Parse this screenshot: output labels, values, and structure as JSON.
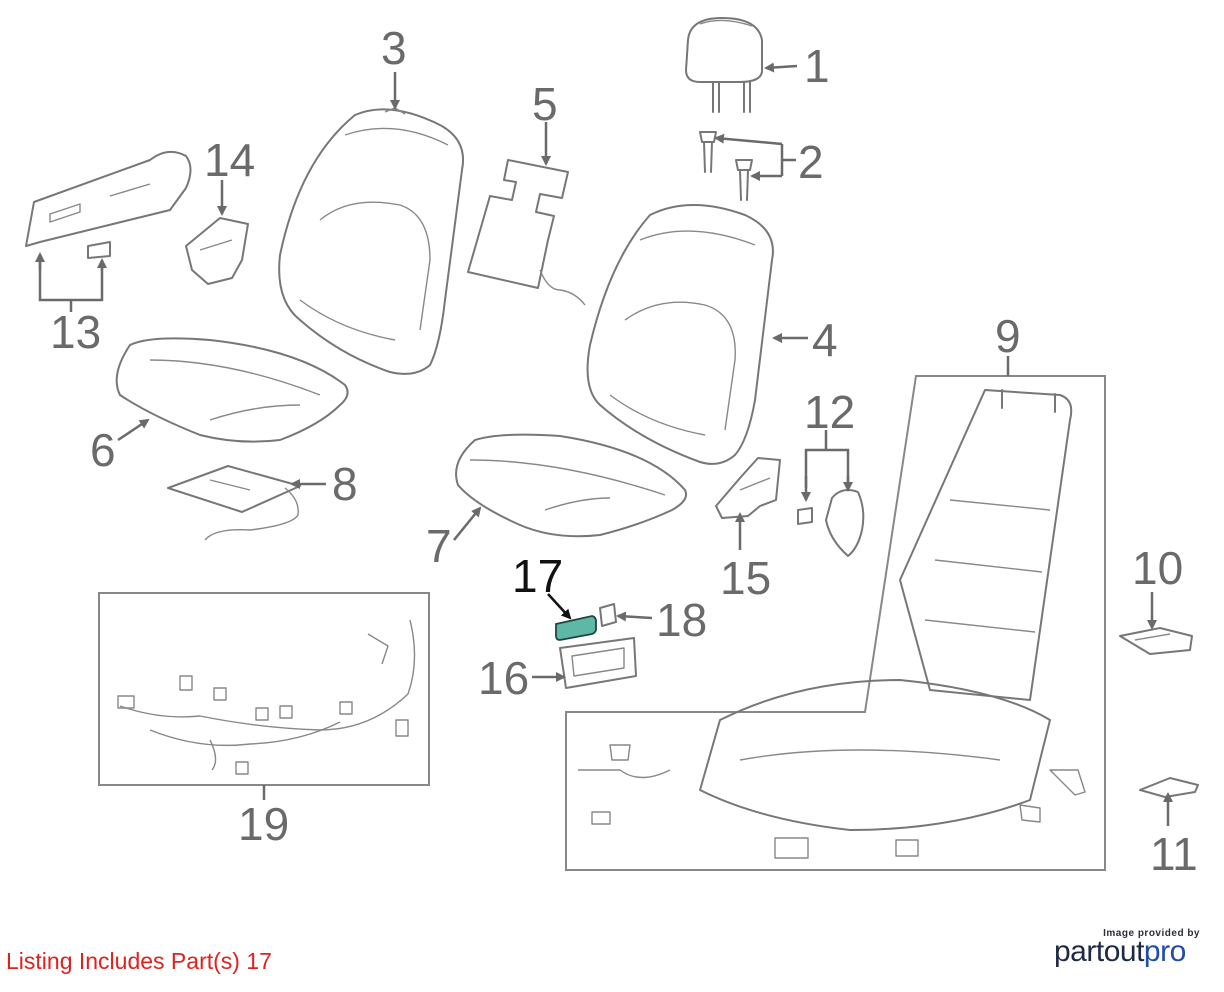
{
  "callouts": [
    {
      "id": "1",
      "label": "1",
      "highlighted": false
    },
    {
      "id": "2",
      "label": "2",
      "highlighted": false
    },
    {
      "id": "3",
      "label": "3",
      "highlighted": false
    },
    {
      "id": "4",
      "label": "4",
      "highlighted": false
    },
    {
      "id": "5",
      "label": "5",
      "highlighted": false
    },
    {
      "id": "6",
      "label": "6",
      "highlighted": false
    },
    {
      "id": "7",
      "label": "7",
      "highlighted": false
    },
    {
      "id": "8",
      "label": "8",
      "highlighted": false
    },
    {
      "id": "9",
      "label": "9",
      "highlighted": false
    },
    {
      "id": "10",
      "label": "10",
      "highlighted": false
    },
    {
      "id": "11",
      "label": "11",
      "highlighted": false
    },
    {
      "id": "12",
      "label": "12",
      "highlighted": false
    },
    {
      "id": "13",
      "label": "13",
      "highlighted": false
    },
    {
      "id": "14",
      "label": "14",
      "highlighted": false
    },
    {
      "id": "15",
      "label": "15",
      "highlighted": false
    },
    {
      "id": "16",
      "label": "16",
      "highlighted": false
    },
    {
      "id": "17",
      "label": "17",
      "highlighted": true
    },
    {
      "id": "18",
      "label": "18",
      "highlighted": false
    },
    {
      "id": "19",
      "label": "19",
      "highlighted": false
    }
  ],
  "highlight_color": "#5fb8a6",
  "footer": {
    "note": "Listing Includes Part(s)  17",
    "note_color": "#e0221e",
    "credit_small": "Image provided by",
    "credit_brand_part1": "partout",
    "credit_brand_part2": "pro"
  }
}
